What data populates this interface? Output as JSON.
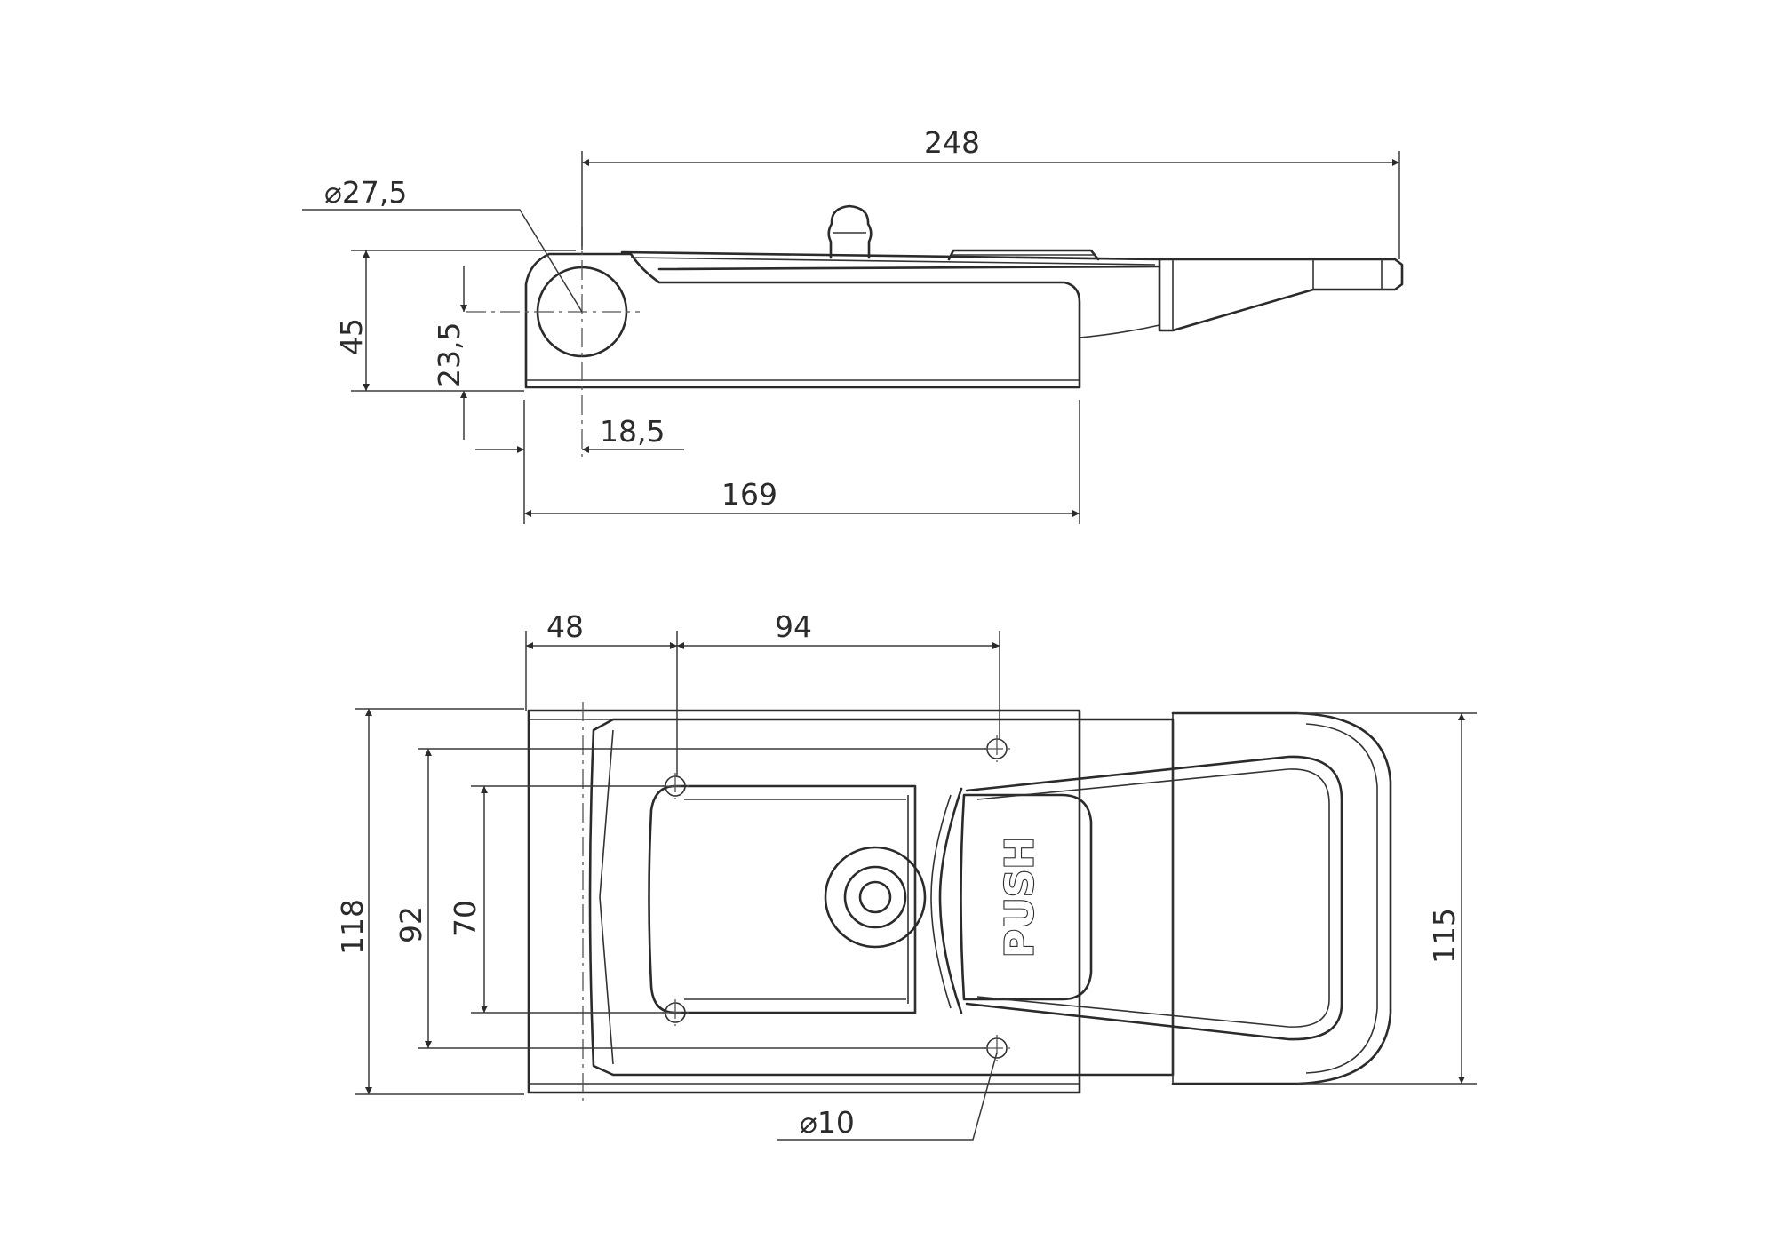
{
  "side_view": {
    "dim_overall_length": "248",
    "dim_pivot_diameter": "27,5",
    "dim_height": "45",
    "dim_pivot_height": "23,5",
    "dim_pivot_offset": "18,5",
    "dim_base_length": "169"
  },
  "top_view": {
    "dim_left_to_hole": "48",
    "dim_hole_spacing": "94",
    "dim_base_width": "118",
    "dim_outer_hole_spacing": "92",
    "dim_inner_hole_spacing": "70",
    "dim_handle_width": "115",
    "dim_hole_diameter": "10",
    "push_label": "PUSH"
  },
  "symbols": {
    "diameter_symbol": "⌀"
  }
}
